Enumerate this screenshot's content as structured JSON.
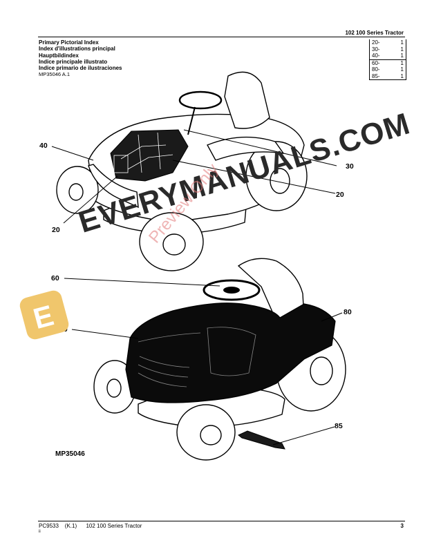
{
  "header": {
    "title": "102 100 Series Tractor"
  },
  "titles": [
    "Primary Pictorial Index",
    "Index d'illustrations principal",
    "Hauptbildindex",
    "Indice principale illustrato",
    "Indice primario de ilustraciones"
  ],
  "figure_ref": "MP35046 A.1",
  "index": [
    {
      "section": "20-",
      "page": "1"
    },
    {
      "section": "30-",
      "page": "1"
    },
    {
      "section": "40-",
      "page": "1"
    },
    {
      "section": "60-",
      "page": "1"
    },
    {
      "section": "80-",
      "page": "1"
    },
    {
      "section": "85-",
      "page": "1"
    }
  ],
  "callouts": {
    "c40": "40",
    "c30": "30",
    "c20_right": "20",
    "c20_left": "20",
    "c60": "60",
    "c80_left": "80",
    "c80_right": "80",
    "c85": "85"
  },
  "caption": "MP35046",
  "watermark": {
    "text": "EVERYMANUALS.COM",
    "preview": "Preview Only",
    "logo_letter": "E",
    "badge_color": "#f0c66c",
    "preview_color": "#e07878"
  },
  "footer": {
    "left": "PC9533    (K.1)      102 100 Series Tractor",
    "sub": "ii",
    "page": "3"
  }
}
